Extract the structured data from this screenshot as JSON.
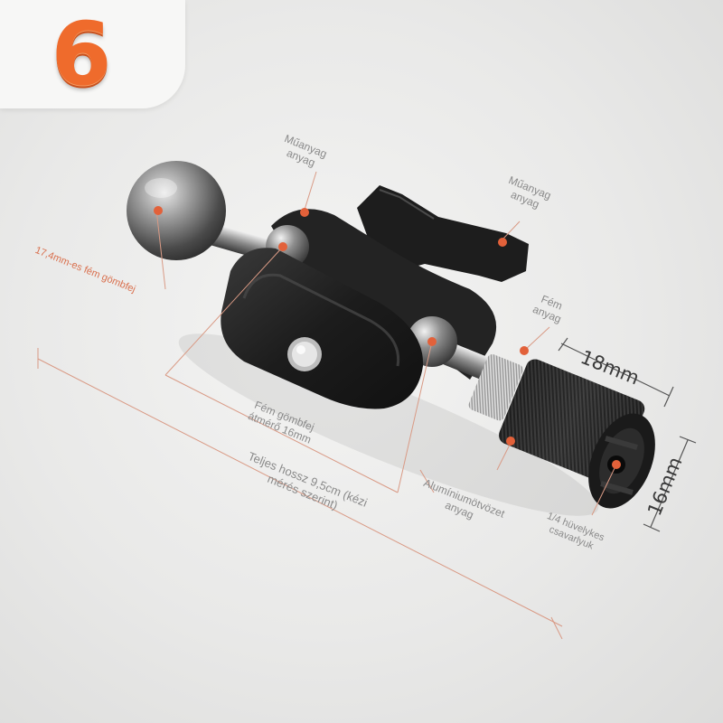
{
  "badge": {
    "number": "6",
    "color": "#ef6b2c"
  },
  "labels": {
    "plastic_top_1": "Műanyag",
    "plastic_top_2": "anyag",
    "plastic_right_1": "Műanyag",
    "plastic_right_2": "anyag",
    "metal_1": "Fém",
    "metal_2": "anyag",
    "ball_head": "17,4mm-es fém gömbfej",
    "ball_diameter_1": "Fém gömbfej",
    "ball_diameter_2": "átmérő 16mm",
    "total_length_1": "Teljes hossz 9,5cm (kézi",
    "total_length_2": "mérés szerint)",
    "aluminium_1": "Alumíniumötvözet",
    "aluminium_2": "anyag",
    "screw_hole_1": "1/4 hüvelykes",
    "screw_hole_2": "csavarlyuk",
    "dim_18": "18mm",
    "dim_16": "16mm"
  },
  "colors": {
    "marker": "#e2613a",
    "guide_line": "#d99a85",
    "dimension_line": "#555555",
    "body_black": "#1e1e1e",
    "steel": "#9a9a9a"
  }
}
